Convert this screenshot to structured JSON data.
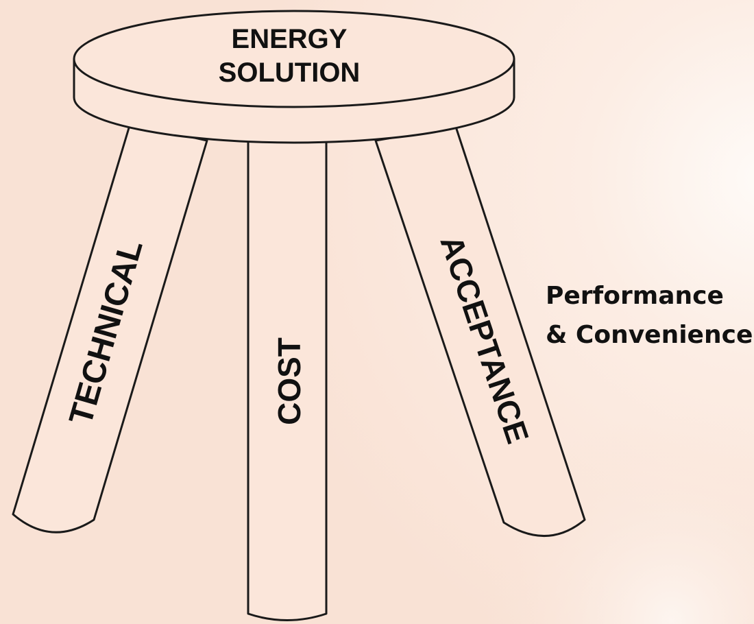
{
  "seat": {
    "line1": "ENERGY",
    "line2": "SOLUTION"
  },
  "legs": {
    "left": "TECHNICAL",
    "middle": "COST",
    "right": "ACCEPTANCE"
  },
  "note": {
    "line1": "Performance",
    "line2": "& Convenience"
  },
  "colors": {
    "background": "#f9e3d7",
    "glow": "#fdf4ee",
    "fill": "#fbe6da",
    "stroke": "#1a1a1a",
    "text": "#111111"
  }
}
